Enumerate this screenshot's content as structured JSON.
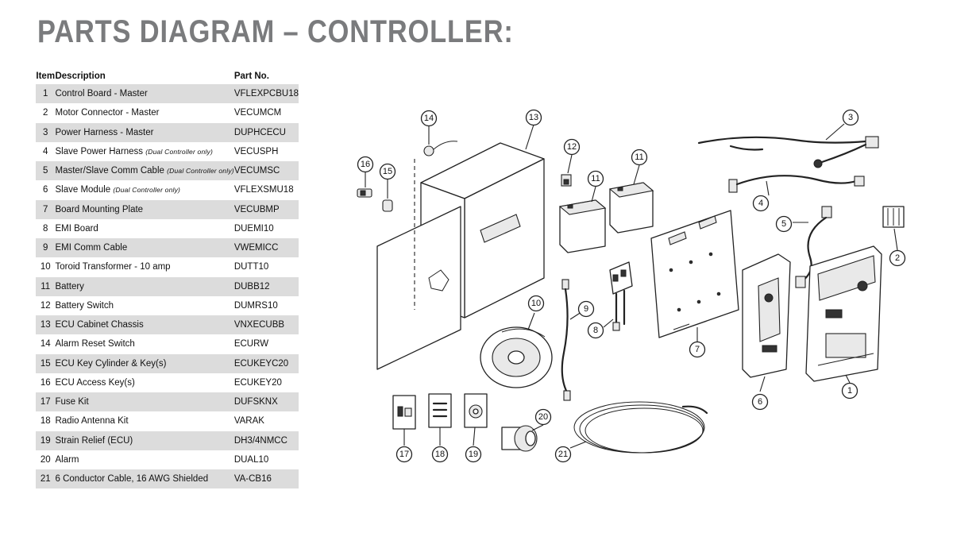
{
  "title": "PARTS DIAGRAM – CONTROLLER:",
  "table": {
    "headers": {
      "item": "Item",
      "description": "Description",
      "part_no": "Part No."
    },
    "rows": [
      {
        "item": "1",
        "description": "Control Board - Master",
        "note": "",
        "part_no": "VFLEXPCBU18"
      },
      {
        "item": "2",
        "description": "Motor Connector - Master",
        "note": "",
        "part_no": "VECUMCM"
      },
      {
        "item": "3",
        "description": "Power Harness - Master",
        "note": "",
        "part_no": "DUPHCECU"
      },
      {
        "item": "4",
        "description": "Slave Power Harness",
        "note": "(Dual Controller only)",
        "part_no": "VECUSPH"
      },
      {
        "item": "5",
        "description": "Master/Slave Comm Cable",
        "note": "(Dual Controller only)",
        "part_no": "VECUMSC"
      },
      {
        "item": "6",
        "description": "Slave Module",
        "note": "(Dual Controller only)",
        "part_no": "VFLEXSMU18"
      },
      {
        "item": "7",
        "description": "Board Mounting Plate",
        "note": "",
        "part_no": "VECUBMP"
      },
      {
        "item": "8",
        "description": "EMI Board",
        "note": "",
        "part_no": "DUEMI10"
      },
      {
        "item": "9",
        "description": "EMI Comm Cable",
        "note": "",
        "part_no": "VWEMICC"
      },
      {
        "item": "10",
        "description": "Toroid Transformer - 10 amp",
        "note": "",
        "part_no": "DUTT10"
      },
      {
        "item": "11",
        "description": "Battery",
        "note": "",
        "part_no": "DUBB12"
      },
      {
        "item": "12",
        "description": "Battery Switch",
        "note": "",
        "part_no": "DUMRS10"
      },
      {
        "item": "13",
        "description": "ECU Cabinet Chassis",
        "note": "",
        "part_no": "VNXECUBB"
      },
      {
        "item": "14",
        "description": "Alarm Reset Switch",
        "note": "",
        "part_no": "ECURW"
      },
      {
        "item": "15",
        "description": "ECU Key Cylinder & Key(s)",
        "note": "",
        "part_no": "ECUKEYC20"
      },
      {
        "item": "16",
        "description": "ECU Access Key(s)",
        "note": "",
        "part_no": "ECUKEY20"
      },
      {
        "item": "17",
        "description": "Fuse Kit",
        "note": "",
        "part_no": "DUFSKNX"
      },
      {
        "item": "18",
        "description": "Radio Antenna Kit",
        "note": "",
        "part_no": "VARAK"
      },
      {
        "item": "19",
        "description": "Strain Relief (ECU)",
        "note": "",
        "part_no": "DH3/4NMCC"
      },
      {
        "item": "20",
        "description": "Alarm",
        "note": "",
        "part_no": "DUAL10"
      },
      {
        "item": "21",
        "description": "6 Conductor Cable, 16 AWG Shielded",
        "note": "",
        "part_no": "VA-CB16"
      }
    ]
  },
  "callouts": {
    "c1": "1",
    "c2": "2",
    "c3": "3",
    "c4": "4",
    "c5": "5",
    "c6": "6",
    "c7": "7",
    "c8": "8",
    "c9": "9",
    "c10": "10",
    "c11a": "11",
    "c11b": "11",
    "c12": "12",
    "c13": "13",
    "c14": "14",
    "c15": "15",
    "c16": "16",
    "c17": "17",
    "c18": "18",
    "c19": "19",
    "c20": "20",
    "c21": "21"
  }
}
